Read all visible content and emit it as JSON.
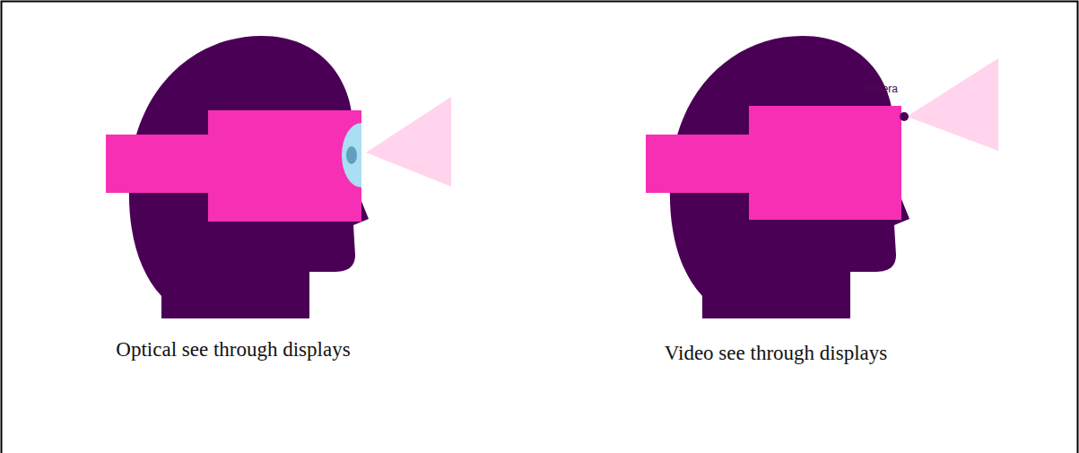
{
  "diagram": {
    "labels": [
      "camera",
      "Optical see through displays",
      "Video see through displays"
    ]
  }
}
